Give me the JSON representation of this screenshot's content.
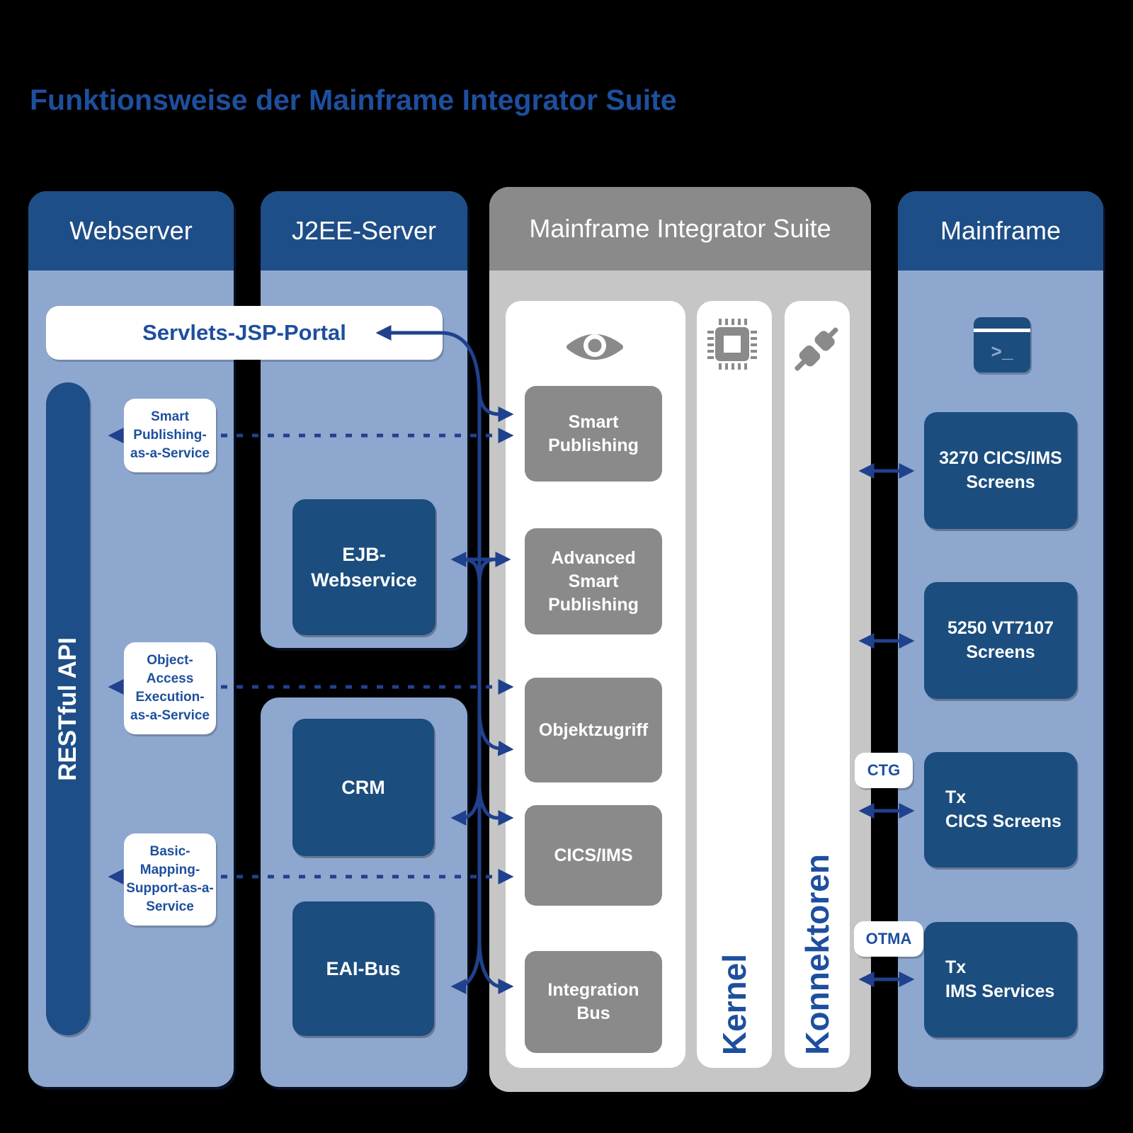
{
  "title": "Funktionsweise der Mainframe Integrator Suite",
  "columns": {
    "webserver": {
      "header": "Webserver"
    },
    "j2ee": {
      "header": "J2EE-Server"
    },
    "mis": {
      "header": "Mainframe Integrator Suite"
    },
    "mainframe": {
      "header": "Mainframe"
    }
  },
  "webserver": {
    "portal": "Servlets-JSP-Portal",
    "api_bar": "RESTful API",
    "services": [
      {
        "lines": [
          "Smart",
          "Publishing-",
          "as-a-Service"
        ]
      },
      {
        "lines": [
          "Object-",
          "Access",
          "Execution-",
          "as-a-Service"
        ]
      },
      {
        "lines": [
          "Basic-",
          "Mapping-",
          "Support-as-a-",
          "Service"
        ]
      }
    ]
  },
  "j2ee": {
    "ejb": {
      "lines": [
        "EJB-",
        "Webservice"
      ]
    },
    "crm": "CRM",
    "eai": "EAI-Bus"
  },
  "mis": {
    "modules": [
      {
        "lines": [
          "Smart",
          "Publishing"
        ]
      },
      {
        "lines": [
          "Advanced",
          "Smart",
          "Publishing"
        ]
      },
      {
        "lines": [
          "Objektzugriff"
        ]
      },
      {
        "lines": [
          "CICS/IMS"
        ]
      },
      {
        "lines": [
          "Integration",
          "Bus"
        ]
      }
    ],
    "kernel_label": "Kernel",
    "konnektoren_label": "Konnektoren",
    "icons": {
      "modules": "eye-icon",
      "kernel": "chip-icon",
      "konnektoren": "plug-icon"
    }
  },
  "mainframe": {
    "icon": "terminal-icon",
    "terminal_prompt": ">_",
    "boxes": [
      {
        "lines": [
          "3270 CICS/IMS",
          "Screens"
        ]
      },
      {
        "lines": [
          "5250 VT7107",
          "Screens"
        ]
      },
      {
        "lines": [
          "Tx",
          "CICS Screens"
        ]
      },
      {
        "lines": [
          "Tx",
          "IMS Services"
        ]
      }
    ],
    "connector_labels": [
      "CTG",
      "OTMA"
    ]
  },
  "colors": {
    "header_blue": "#1e4e87",
    "light_blue": "#8ea7ce",
    "box_blue": "#1b4d7e",
    "arrow_navy": "#20418e",
    "text_blue": "#1e4f9e",
    "gray_header": "#8a8a8a",
    "gray_body": "#c6c6c6",
    "gray_module": "#8a8a8a",
    "white": "#ffffff"
  }
}
